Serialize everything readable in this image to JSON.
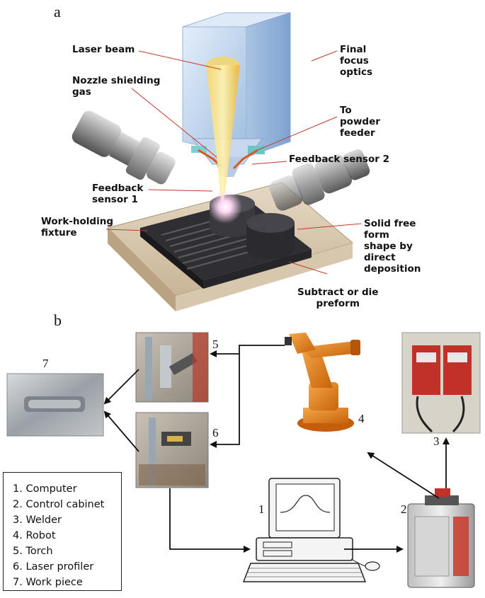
{
  "panel_a": {
    "letter": "a",
    "labels": {
      "laser_beam": "Laser beam",
      "nozzle_shielding_gas": "Nozzle shielding\ngas",
      "final_focus_optics": "Final\nfocus\noptics",
      "to_powder_feeder": "To\npowder\nfeeder",
      "feedback_sensor_2": "Feedback sensor 2",
      "feedback_sensor_1": "Feedback\nsensor 1",
      "work_holding_fixture": "Work-holding\nfixture",
      "solid_free_form": "Solid free\nform\nshape by\ndirect\ndeposition",
      "subtract_or_die": "Subtract or die\npreform"
    }
  },
  "panel_b": {
    "letter": "b",
    "numbers": [
      "1",
      "2",
      "3",
      "4",
      "5",
      "6",
      "7"
    ],
    "legend": [
      "1. Computer",
      "2. Control cabinet",
      "3. Welder",
      "4. Robot",
      "5. Torch",
      "6. Laser profiler",
      "7. Work piece"
    ]
  },
  "colors": {
    "callout_line": "#c0392b",
    "optics_blue": "#b9d3ec",
    "laser_yellow": "#f2c23a",
    "robot_orange": "#e9861e",
    "arrow": "#111111"
  }
}
